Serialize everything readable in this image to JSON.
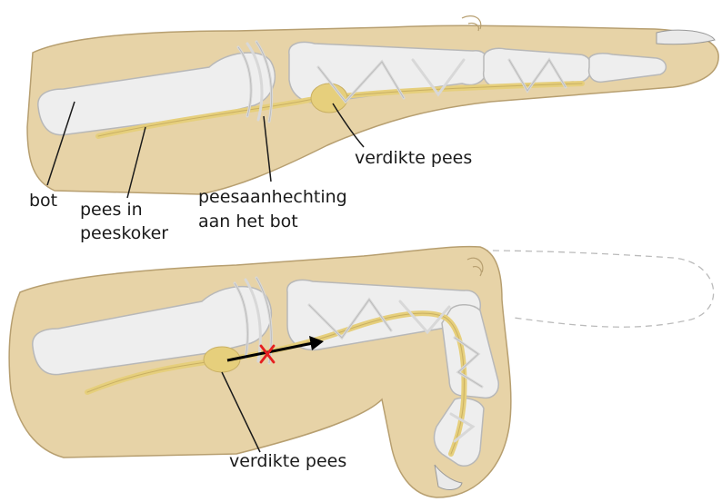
{
  "colors": {
    "skin": "#e7d3a7",
    "skin_edge": "#b79f70",
    "bone": "#eeeeee",
    "bone_edge": "#b8b8b8",
    "tendon": "#e6cf7c",
    "marker": "#e62020",
    "arrow": "#000000",
    "leader": "#1a1a1a"
  },
  "figure_top": {
    "labels": {
      "bone": "bot",
      "tendon_sheath_line1": "pees in",
      "tendon_sheath_line2": "peeskoker",
      "attachment_line1": "peesaanhechting",
      "attachment_line2": "aan het bot",
      "thickened": "verdikte pees"
    }
  },
  "figure_bottom": {
    "labels": {
      "thickened": "verdikte pees"
    }
  }
}
